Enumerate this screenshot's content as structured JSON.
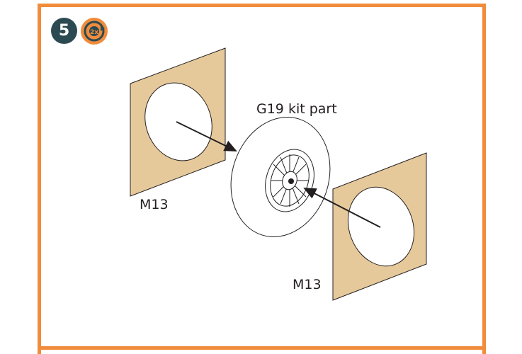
{
  "step": {
    "number": "5",
    "icon": "rotate-step-icon",
    "icon_text": "2x"
  },
  "labels": {
    "kit_part": "G19 kit part",
    "mask_left": "M13",
    "mask_right": "M13"
  },
  "colors": {
    "frame": "#f08c3c",
    "badge": "#2c4a52",
    "mask_fill": "#e6c99a",
    "line": "#231f20"
  }
}
